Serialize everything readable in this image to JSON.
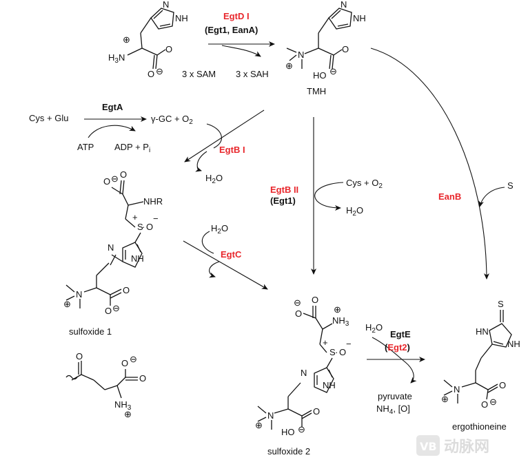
{
  "enzymes": {
    "egtd": "EgtD I",
    "egtd_sub": "(Egt1, EanA)",
    "egta": "EgtA",
    "egtb1": "EgtB I",
    "egtb2": "EgtB II",
    "egtb2_sub": "(Egt1)",
    "egtc": "EgtC",
    "eanb": "EanB",
    "egte": "EgtE",
    "egte_sub_open": "(",
    "egte_sub": "Egt2",
    "egte_sub_close": ")"
  },
  "reagents": {
    "sam": "3 x SAM",
    "sah": "3 x SAH",
    "cys_glu": "Cys + Glu",
    "atp": "ATP",
    "adp": "ADP + P",
    "adp_sub": "i",
    "gc": "γ-GC + O",
    "gc_sub": "2",
    "h2o_b1": "H",
    "h2o_b1_sub": "2",
    "h2o_b1_o": "O",
    "cys_o2": "Cys + O",
    "cys_o2_sub": "2",
    "h2o_b2": "H",
    "h2o_b2_sub": "2",
    "h2o_b2_o": "O",
    "h2o_c": "H",
    "h2o_c_sub": "2",
    "h2o_c_o": "O",
    "s": "S",
    "h2o_e": "H",
    "h2o_e_sub": "2",
    "h2o_e_o": "O",
    "pyruvate": "pyruvate",
    "nh4": "NH",
    "nh4_sub": "4",
    "nh4_rest": ", [O]"
  },
  "compounds": {
    "tmh": "TMH",
    "sulfoxide1": "sulfoxide 1",
    "sulfoxide2": "sulfoxide 2",
    "ergothioneine": "ergothioneine"
  },
  "watermark": {
    "logo": "VB",
    "text": "动脉网"
  },
  "colors": {
    "enzyme_red": "#e8262b",
    "ink": "#111111"
  }
}
